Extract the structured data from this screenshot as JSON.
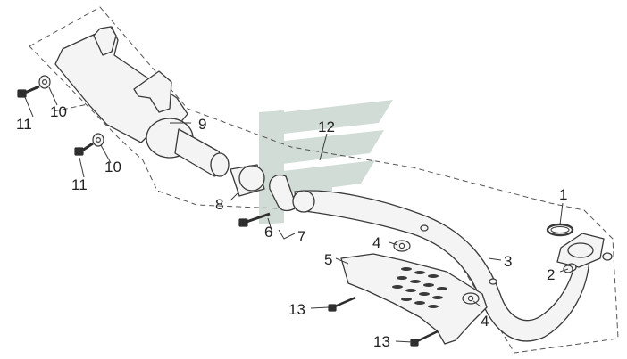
{
  "colors": {
    "line": "#3a3a3a",
    "fill": "#f4f4f4",
    "dash": "#555555",
    "watermark": "#c9d6cf",
    "text": "#222222"
  },
  "watermark": {
    "icon": "brand-logo-watermark"
  },
  "callouts": {
    "c1": "1",
    "c2": "2",
    "c3": "3",
    "c4a": "4",
    "c4b": "4",
    "c5": "5",
    "c6": "6",
    "c7": "7",
    "c8": "8",
    "c9": "9",
    "c10a": "10",
    "c10b": "10",
    "c11a": "11",
    "c11b": "11",
    "c12": "12",
    "c13a": "13",
    "c13b": "13"
  }
}
